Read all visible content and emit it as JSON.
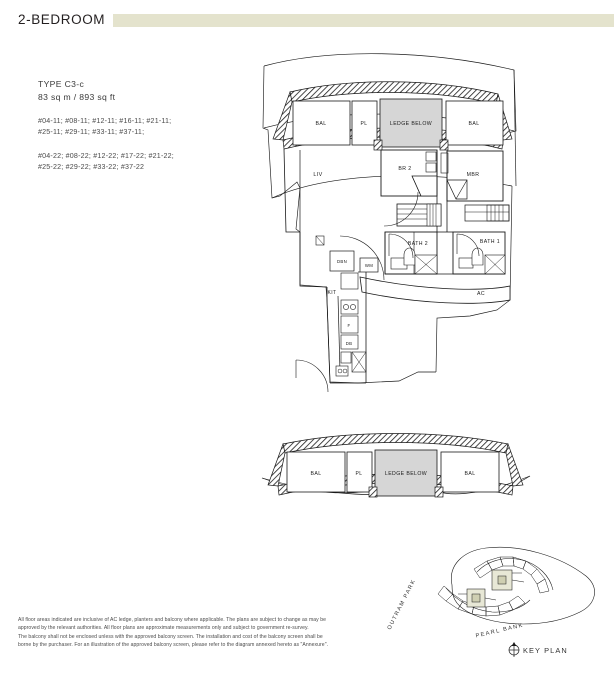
{
  "header": {
    "title": "2-BEDROOM",
    "bar_color": "#e4e3cd"
  },
  "info": {
    "type_label": "TYPE C3-c",
    "area_label": "83 sq m / 893 sq ft",
    "unit_groups": [
      {
        "lines": [
          "#04-11;  #08-11;  #12-11;  #16-11;  #21-11;",
          "#25-11;  #29-11;  #33-11;  #37-11;"
        ]
      },
      {
        "lines": [
          "#04-22;  #08-22;  #12-22;  #17-22;  #21-22;",
          "#25-22;  #29-22;  #33-22;  #37-22"
        ]
      }
    ]
  },
  "plan": {
    "stroke_color": "#1a1a1a",
    "ledge_fill": "#d6d6d6",
    "main_labels": {
      "bal_left": "BAL",
      "pl": "PL",
      "ledge_below": "LEDGE BELOW",
      "bal_right": "BAL",
      "liv": "LIV",
      "br2": "BR 2",
      "mbr": "MBR",
      "bath2": "BATH 2",
      "bath1": "BATH 1",
      "ac": "AC",
      "wm": "WM",
      "kit": "KIT",
      "dbn": "DBN",
      "fridge": "F",
      "db": "DB"
    },
    "detail_labels": {
      "bal_left": "BAL",
      "pl": "PL",
      "ledge_below": "LEDGE BELOW",
      "bal_right": "BAL"
    }
  },
  "keyplan": {
    "title": "KEY PLAN",
    "road_left": "OUTRAM PARK",
    "road_bottom": "PEARL BANK"
  },
  "footer": {
    "lines": [
      "All floor areas indicated are inclusive of AC ledge, planters and balcony where applicable. The plans are subject to change as may be",
      "approved by the relevant authorities. All floor plans are approximate measurements only and subject to government re-survey.",
      "The balcony shall not be enclosed unless with the approved balcony screen. The installation and cost of the balcony screen shall be",
      "borne by the purchaser. For an illustration of the approved balcony screen, please refer to the diagram annexed hereto as \"Annexure\"."
    ]
  }
}
